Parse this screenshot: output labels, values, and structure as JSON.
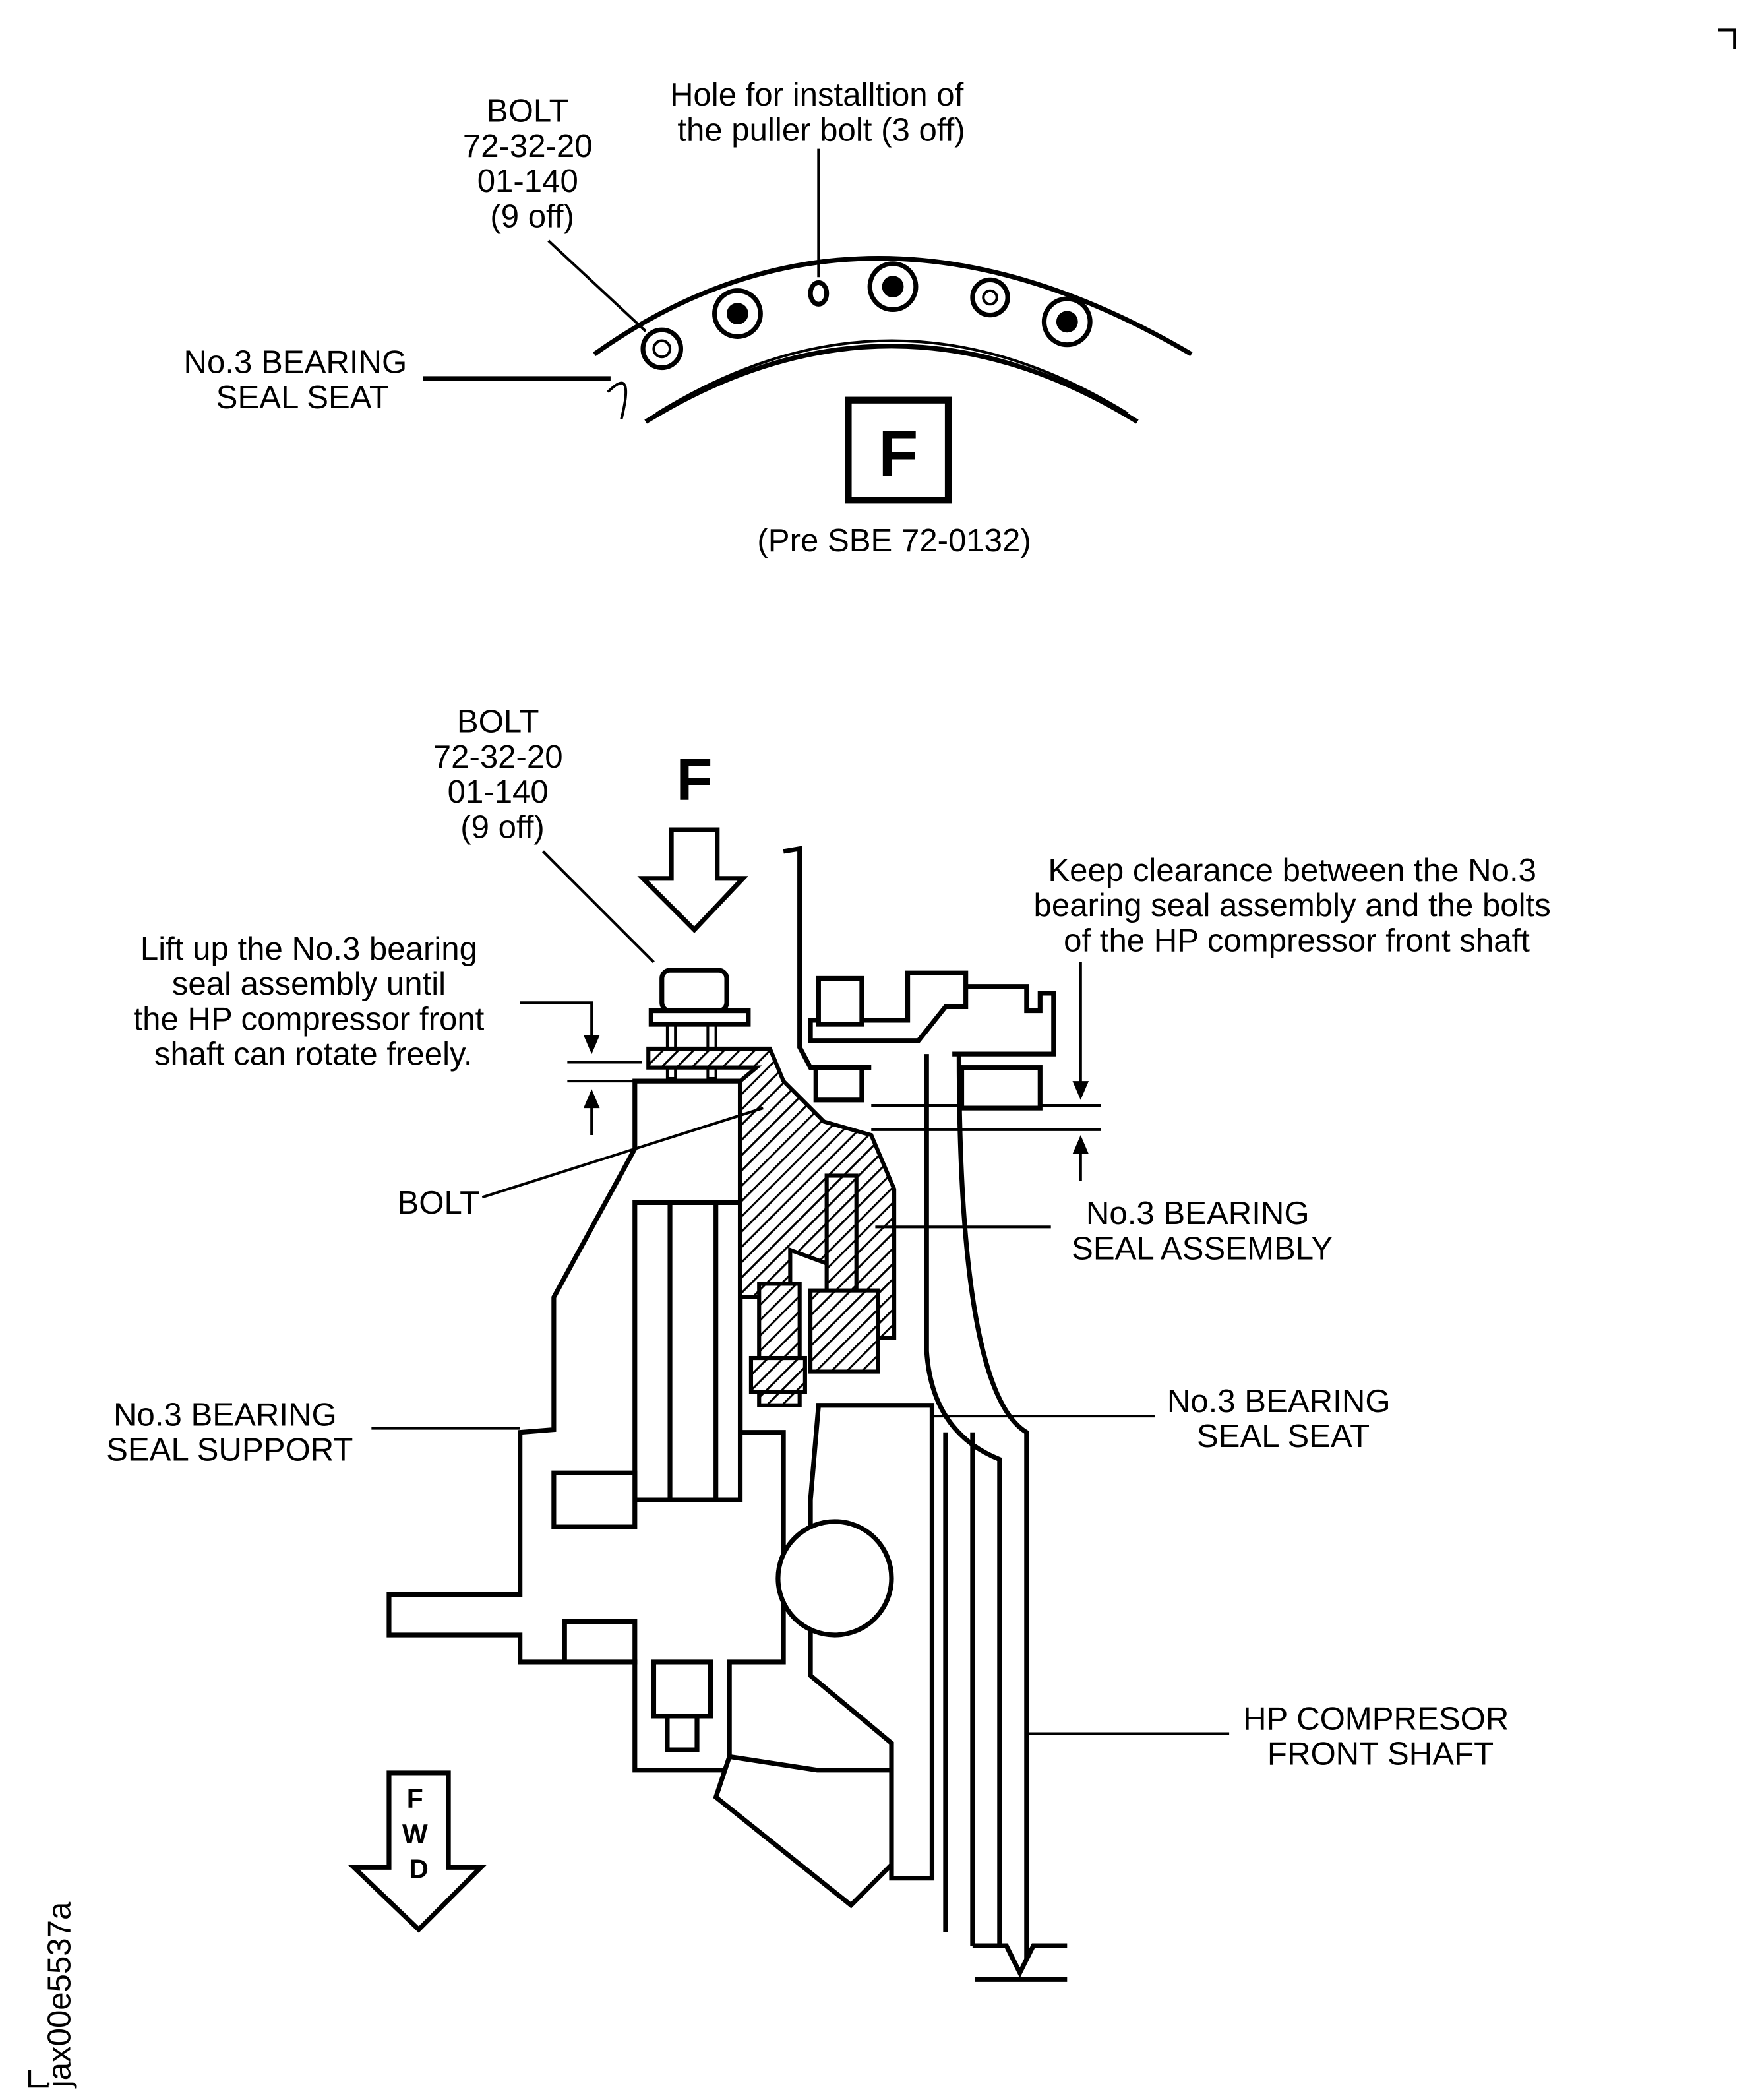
{
  "view_f": {
    "bolt_label": [
      "BOLT",
      "72-32-20",
      "01-140",
      "(9 off)"
    ],
    "hole_label": [
      "Hole for installtion of",
      "the puller bolt (3 off)"
    ],
    "seal_seat_label": [
      "No.3 BEARING",
      "SEAL SEAT"
    ],
    "view_letter": "F",
    "note": "(Pre SBE 72-0132)"
  },
  "section": {
    "bolt_label": [
      "BOLT",
      "72-32-20",
      "01-140",
      "(9 off)"
    ],
    "view_arrow_letter": "F",
    "lift_note": [
      "Lift up the No.3 bearing",
      "seal assembly until",
      "the HP compressor front",
      "shaft can rotate freely."
    ],
    "clearance_note": [
      "Keep clearance between the No.3",
      "bearing seal assembly and the bolts",
      "of the HP compressor front shaft"
    ],
    "bolt2_label": "BOLT",
    "seal_assembly_label": [
      "No.3 BEARING",
      "SEAL ASSEMBLY"
    ],
    "seal_support_label": [
      "No.3 BEARING",
      "SEAL SUPPORT"
    ],
    "seal_seat_label": [
      "No.3 BEARING",
      "SEAL SEAT"
    ],
    "shaft_label": [
      "HP COMPRESOR",
      "FRONT SHAFT"
    ],
    "fwd_letters": [
      "F",
      "W",
      "D"
    ]
  },
  "figure_id": "jax00e5537a"
}
